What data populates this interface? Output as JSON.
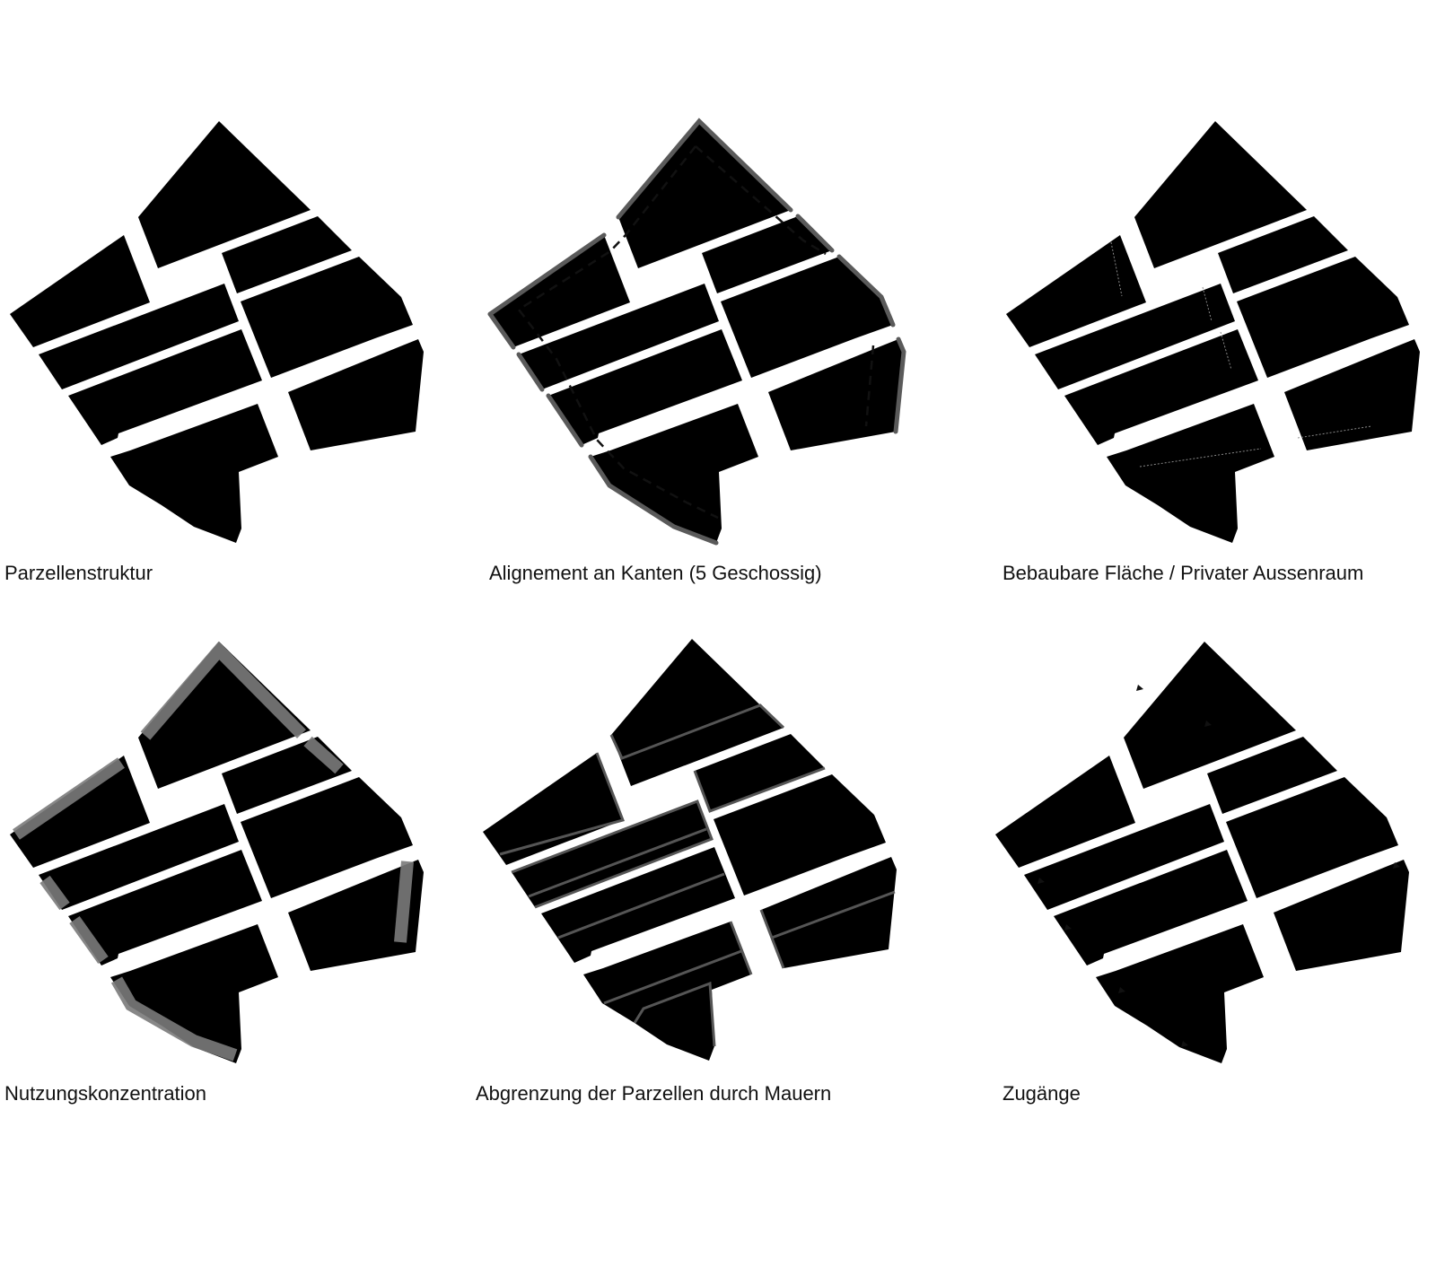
{
  "panels": [
    {
      "label": "Parzellenstruktur"
    },
    {
      "label": "Alignement an Kanten (5 Geschossig)"
    },
    {
      "label": "Bebaubare Fläche / Privater Aussenraum"
    },
    {
      "label": "Nutzungskonzentration"
    },
    {
      "label": "Abgrenzung der Parzellen durch Mauern"
    },
    {
      "label": "Zugänge"
    }
  ],
  "colors": {
    "parcel_light": "#d9d9d9",
    "parcel_mid": "#bdbdbd",
    "parcel_dark": "#575757",
    "edge": "#555555"
  }
}
